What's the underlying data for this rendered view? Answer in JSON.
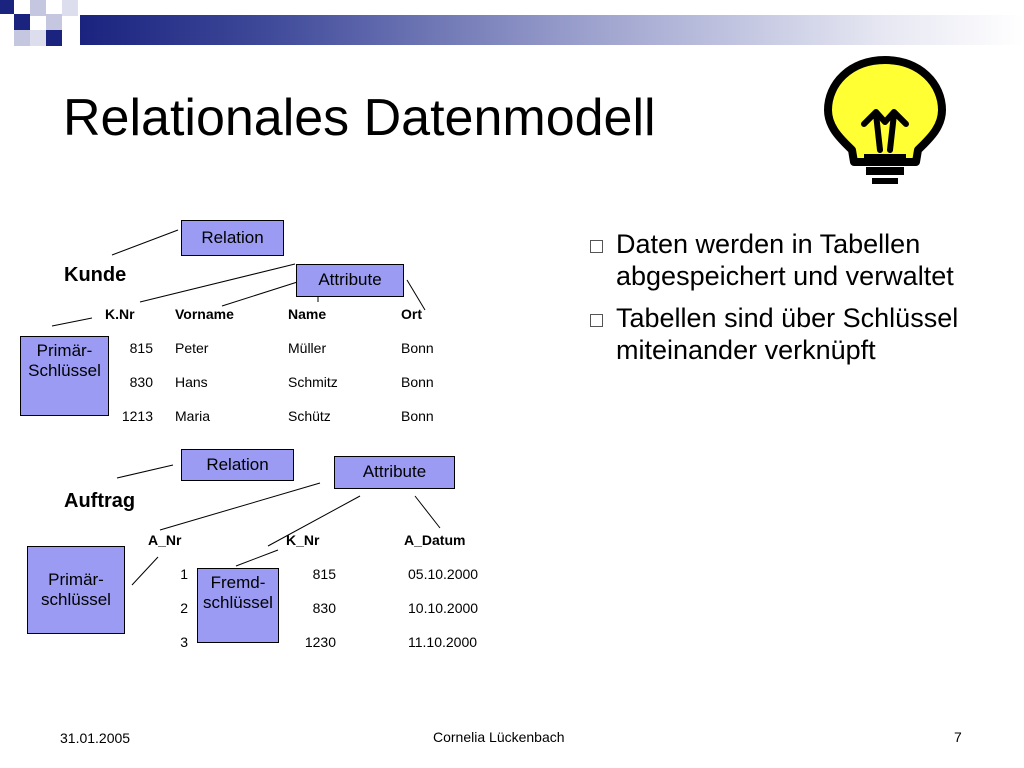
{
  "slide": {
    "title": "Relationales Datenmodell",
    "accent_color": "#9b9bf4",
    "bulb_color": "#ffff33"
  },
  "kunde": {
    "heading": "Kunde",
    "relation_label": "Relation",
    "attribute_label": "Attribute",
    "key_label": "Primär-\nSchlüssel",
    "columns": [
      "K.Nr",
      "Vorname",
      "Name",
      "Ort"
    ],
    "rows": [
      [
        "815",
        "Peter",
        "Müller",
        "Bonn"
      ],
      [
        "830",
        "Hans",
        "Schmitz",
        "Bonn"
      ],
      [
        "1213",
        "Maria",
        "Schütz",
        "Bonn"
      ]
    ]
  },
  "auftrag": {
    "heading": "Auftrag",
    "relation_label": "Relation",
    "attribute_label": "Attribute",
    "primary_key_label": "Primär-\nschlüssel",
    "foreign_key_label": "Fremd-\nschlüssel",
    "columns": [
      "A_Nr",
      "K_Nr",
      "A_Datum"
    ],
    "rows": [
      [
        "1",
        "815",
        "05.10.2000"
      ],
      [
        "2",
        "830",
        "10.10.2000"
      ],
      [
        "3",
        "1230",
        "11.10.2000"
      ]
    ]
  },
  "bullets": [
    "Daten werden in Tabellen abgespeichert und verwaltet",
    "Tabellen sind über Schlüssel miteinander verknüpft"
  ],
  "footer": {
    "date": "31.01.2005",
    "author": "Cornelia Lückenbach",
    "page": "7"
  }
}
